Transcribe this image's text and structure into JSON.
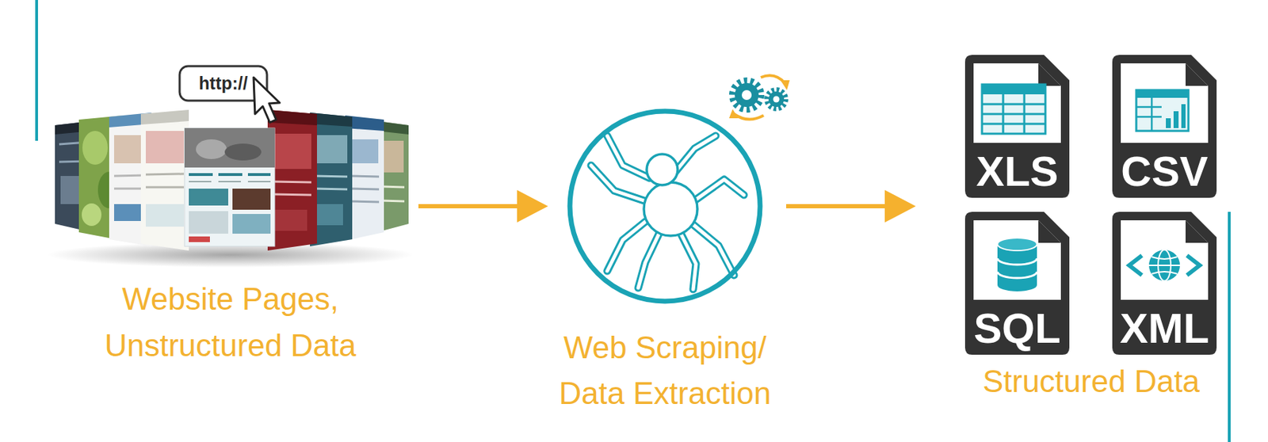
{
  "diagram": {
    "nodes": [
      {
        "text": [
          "Website Pages, Unstructured Data"
        ]
      },
      {
        "text": [
          "Web Scraping/ Data Extraction"
        ]
      },
      {
        "text": [
          "Structured Data"
        ]
      }
    ],
    "edges": [
      {
        "from": 0,
        "to": 1,
        "arrow": "to"
      },
      {
        "from": 1,
        "to": 2,
        "arrow": "to"
      }
    ],
    "labels": [
      "http://",
      "XLS",
      "CSV",
      "SQL",
      "XML"
    ]
  }
}
